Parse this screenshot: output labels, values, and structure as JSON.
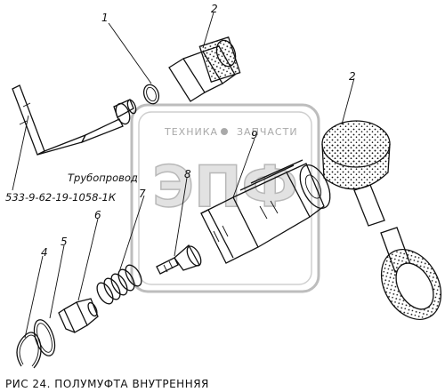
{
  "caption": "РИС 24. ПОЛУМУФТА ВНУТРЕННЯЯ",
  "pipe_label": {
    "title": "Трубопровод",
    "number": "533-9-62-19-1058-1К"
  },
  "watermark": {
    "text_left": "ТЕХНИКА",
    "text_right": "ЗАПЧАСТИ",
    "logo": "ЭПФ"
  },
  "callouts": [
    "1",
    "2",
    "2",
    "4",
    "5",
    "6",
    "7",
    "8",
    "9"
  ],
  "colors": {
    "line": "#111111",
    "watermark": "#a9a9a9",
    "background": "#ffffff"
  }
}
